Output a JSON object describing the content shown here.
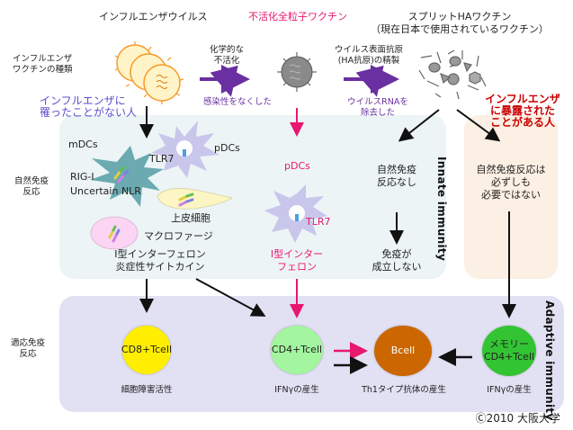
{
  "colors": {
    "accent_purple": "#6a2fa0",
    "accent_pink": "#e8186e",
    "accent_red": "#cc0000",
    "blue_text": "#5a4fcf",
    "innate_panel": "#ecf4f6",
    "exposed_panel": "#fcefe3",
    "adaptive_panel": "#e2e1f3",
    "cd8_cell": "#ffee00",
    "cd4_cell": "#a3f5a0",
    "bcell": "#cc6600",
    "memory_cd4_cell": "#33c433"
  },
  "row_labels": {
    "vaccine_types": "インフルエンザ\nワクチンの種類",
    "innate_response": "自然免疫\n反応",
    "adaptive_response": "適応免疫\n反応"
  },
  "columns": {
    "virus": {
      "title": "インフルエンザウイルス"
    },
    "whole_particle": {
      "title": "不活化全粒子ワクチン"
    },
    "split_ha": {
      "title": "スプリットHAワクチン",
      "subtitle": "（現在日本で使用されているワクチン）"
    }
  },
  "process_arrows": {
    "chemical_inactivation": {
      "label": "化学的な\n不活化",
      "result": "感染性をなくした"
    },
    "ha_purification": {
      "label": "ウイルス表面抗原\n(HA抗原)の精製",
      "result": "ウイルスRNAを\n除去した"
    }
  },
  "groups": {
    "naive": "インフルエンザに\n罹ったことがない人",
    "exposed": "インフルエンザ\nに暴露された\nことがある人"
  },
  "innate": {
    "section_label": "Innate immunity",
    "mdcs": "mDCs",
    "pdcs": "pDCs",
    "tlr7": "TLR7",
    "rig_i": "RIG-I",
    "nlr": "Uncertain NLR",
    "epithelial": "上皮細胞",
    "macrophage": "マクロファージ",
    "output_naive": "I型インターフェロン\n炎症性サイトカイン",
    "pdcs_whole": "pDCs",
    "tlr7_whole": "TLR7",
    "output_whole": "I型インター\nフェロン",
    "split_none": "自然免疫\n反応なし",
    "split_result": "免疫が\n成立しない",
    "exposed_note": "自然免疫反応は\n必ずしも\n必要ではない"
  },
  "adaptive": {
    "section_label": "Adaptive immunity",
    "cells": [
      {
        "name": "CD8+Tcell",
        "caption": "細胞障害活性"
      },
      {
        "name": "CD4+Tcell",
        "caption": "IFNγの産生"
      },
      {
        "name": "Bcell",
        "caption": "Th1タイプ抗体の産生"
      },
      {
        "name": "メモリー\nCD4+Tcell",
        "caption": "IFNγの産生"
      }
    ]
  },
  "copyright": "Ⓒ2010 大阪大学"
}
